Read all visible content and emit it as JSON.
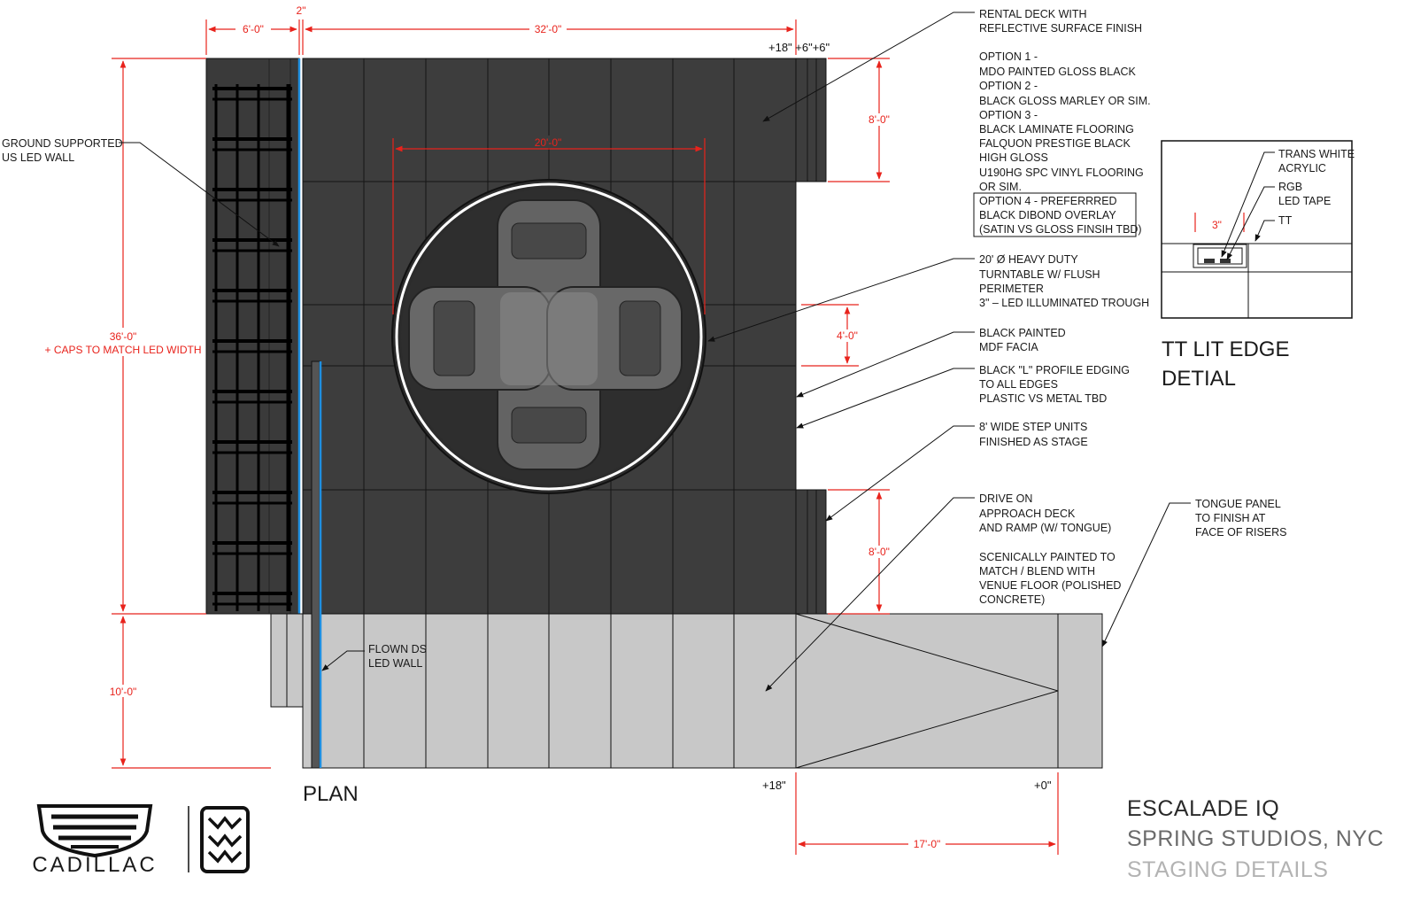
{
  "plan": {
    "label": "PLAN",
    "dims": {
      "led_wall_width": "6'-0\"",
      "gap": "2\"",
      "deck_width": "32'-0\"",
      "turntable_width": "20'-0\"",
      "deck_depth": "36'-0\"",
      "deck_depth_note": "+ CAPS TO MATCH LED WIDTH",
      "heights_top": "+18\" +6\"+6\"",
      "step_top": "8'-0\"",
      "step_middle": "4'-0\"",
      "step_bottom": "8'-0\"",
      "approach_depth": "10'-0\"",
      "level_deck": "+18\"",
      "level_floor": "+0\"",
      "ramp_length": "17'-0\""
    },
    "callouts": {
      "ground_led_wall": [
        "GROUND SUPPORTED",
        "US LED WALL"
      ],
      "flown_led_wall": [
        "FLOWN DS",
        "LED WALL"
      ],
      "rental_deck": [
        "RENTAL DECK WITH",
        "REFLECTIVE SURFACE FINISH"
      ],
      "options": [
        "OPTION 1 -",
        "MDO PAINTED GLOSS BLACK",
        "OPTION 2 -",
        "BLACK GLOSS MARLEY OR SIM.",
        "OPTION 3 -",
        "BLACK LAMINATE FLOORING",
        "FALQUON PRESTIGE BLACK",
        "HIGH GLOSS",
        "U190HG SPC VINYL FLOORING",
        "OR SIM."
      ],
      "option4": [
        "OPTION 4 - PREFERRRED",
        "BLACK DIBOND OVERLAY",
        "(SATIN VS GLOSS FINSIH TBD)"
      ],
      "turntable": [
        "20' Ø HEAVY DUTY",
        "TURNTABLE W/ FLUSH",
        "PERIMETER",
        "3\" – LED ILLUMINATED TROUGH"
      ],
      "facia": [
        "BLACK PAINTED",
        "MDF FACIA"
      ],
      "edging": [
        "BLACK \"L\" PROFILE EDGING",
        "TO ALL EDGES",
        "PLASTIC VS METAL TBD"
      ],
      "steps": [
        "8' WIDE STEP UNITS",
        "FINISHED AS STAGE"
      ],
      "approach": [
        "DRIVE ON",
        "APPROACH DECK",
        "AND RAMP (W/ TONGUE)"
      ],
      "scenic": [
        "SCENICALLY PAINTED TO",
        "MATCH / BLEND WITH",
        "VENUE FLOOR (POLISHED",
        "CONCRETE)"
      ],
      "tongue": [
        "TONGUE PANEL",
        "TO FINISH AT",
        "FACE OF RISERS"
      ]
    }
  },
  "detail": {
    "title": [
      "TT LIT EDGE",
      "DETIAL"
    ],
    "labels": [
      "TRANS WHITE",
      "ACRYLIC",
      "RGB",
      "LED TAPE",
      "TT"
    ],
    "dim": "3\""
  },
  "brand": {
    "name": "CADILLAC",
    "logo_icon": "cadillac-crest",
    "partner_icon": "spring-studios-monogram"
  },
  "title_block": {
    "line1": "ESCALADE IQ",
    "line2": "SPRING STUDIOS, NYC",
    "line3": "STAGING DETAILS"
  },
  "colors": {
    "dimension_red": "#e8231c",
    "deck_black": "#3d3d3d",
    "approach_grey": "#c8c8c8",
    "led_blue": "#1f8fe0"
  }
}
